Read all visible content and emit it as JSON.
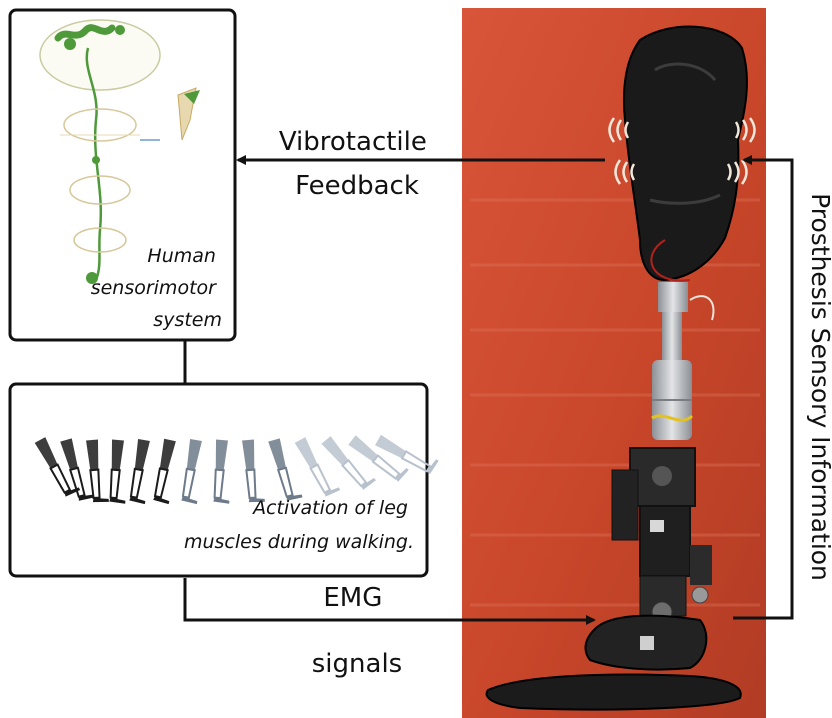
{
  "figure": {
    "boxes": {
      "sensorimotor": {
        "caption_lines": [
          "Human",
          "sensorimotor",
          "system"
        ]
      },
      "walking": {
        "caption_lines": [
          "Activation of leg",
          "muscles during walking."
        ]
      }
    },
    "arrows": {
      "vibrotactile": {
        "label_lines": [
          "Vibrotactile",
          "Feedback"
        ]
      },
      "emg": {
        "label_lines": [
          "EMG",
          "signals"
        ]
      },
      "prosthesis_sensory": {
        "label": "Prosthesis Sensory Information"
      }
    },
    "colors": {
      "frame": "#111111",
      "photo_background": "#c8462a",
      "nerve_green": "#4e9a3a",
      "prosthesis_black": "#1a1a1a",
      "metal": "#b9bcc0",
      "vibration_marks": "#f1e7da"
    }
  }
}
